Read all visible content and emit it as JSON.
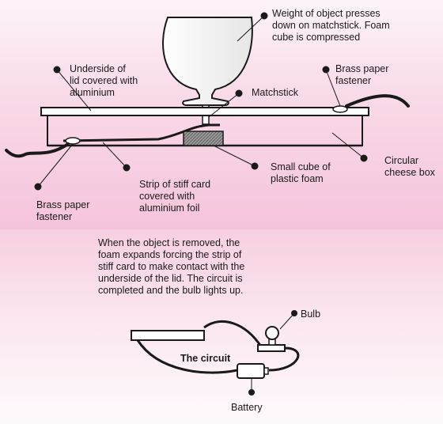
{
  "labels": {
    "weight_note": "Weight of object presses\ndown on matchstick. Foam\ncube is compressed",
    "lid_underside": "Underside of\nlid covered with\naluminium",
    "matchstick": "Matchstick",
    "brass_fastener_right": "Brass paper\nfastener",
    "circular_box": "Circular\ncheese box",
    "foam_cube": "Small cube of\nplastic foam",
    "card_strip": "Strip of stiff card\ncovered with\naluminium foil",
    "brass_fastener_left": "Brass paper\nfastener",
    "explanation": "When the object is removed, the\nfoam expands forcing the strip of\nstiff card to make contact with the\nunderside of the lid. The circuit is\ncompleted and the bulb lights up.",
    "bulb": "Bulb",
    "circuit_title": "The circuit",
    "battery": "Battery"
  },
  "colors": {
    "top_background": "#f7cfe1",
    "bottom_background": "#fbe6ef",
    "outline": "#1a1a1a",
    "foam": "#8c8c8c",
    "wire": "#1a1a1a"
  }
}
